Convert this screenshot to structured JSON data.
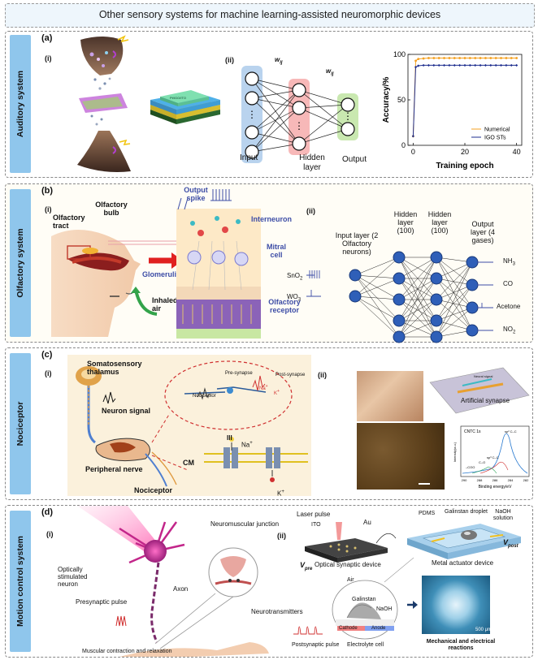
{
  "banner": {
    "title": "Other sensory systems for machine learning-assisted neuromorphic devices"
  },
  "panels": {
    "a": {
      "side": "Auditory system",
      "letter": "(a)",
      "sub_i": "(i)",
      "sub_ii": "(ii)",
      "device_text": "Pt/IGO/ITO",
      "nn": {
        "input": "Input",
        "hidden": "Hidden layer",
        "output": "Output",
        "w1": "w",
        "w1_sub": "ij",
        "w2": "w",
        "w2_sub": "ij"
      }
    },
    "b": {
      "side": "Olfactory system",
      "letter": "(b)",
      "sub_i": "(i)",
      "sub_ii": "(ii)",
      "labels": {
        "tract": "Olfactory tract",
        "bulb": "Olfactory bulb",
        "glomeruli": "Glomeruli",
        "inhaled": "Inhaled air",
        "output_spike": "Output spike",
        "interneuron": "Interneuron",
        "mitral": "Mitral cell",
        "receptor": "Olfactory receptor"
      },
      "nn": {
        "input_layer": "Input layer (2 Olfactory neurons)",
        "hidden1": "Hidden layer (100)",
        "hidden2": "Hidden layer (100)",
        "output_layer": "Output layer (4 gases)",
        "in1": "SnO",
        "in1_sub": "2",
        "in2": "WO",
        "in2_sub": "3",
        "out1": "NH",
        "out1_sub": "3",
        "out2": "CO",
        "out3": "Acetone",
        "out4": "NO",
        "out4_sub": "2"
      }
    },
    "c": {
      "side": "Nociceptor",
      "letter": "(c)",
      "sub_i": "(i)",
      "sub_ii": "(ii)",
      "labels": {
        "thalamus": "Somatosensory thalamus",
        "neuron_signal": "Neuron signal",
        "peripheral": "Peripheral nerve",
        "nociceptor": "Nociceptor",
        "presynapse": "Pre-synapse",
        "postsynapse": "Post-synapse",
        "nociceptor_small": "Nociceptor",
        "na_small": "Na",
        "k_small": "K",
        "na": "Na",
        "k": "K",
        "cm": "CM",
        "iii": "III",
        "artificial": "Artificial synapse",
        "neural_tag": "Neural signal",
        "xps_title": "CNTC 1s",
        "xps_xlabel": "Binding energy/eV",
        "xps_ylabel": "Intensity(a.u.)",
        "xps_sp2": "sp² C–C",
        "xps_sp3": "sp³ C–C",
        "xps_co": "C–O",
        "xps_coo": "–COO",
        "xps_ticks": [
          "290",
          "288",
          "286",
          "284",
          "282"
        ]
      }
    },
    "d": {
      "side": "Motion control system",
      "letter": "(d)",
      "sub_i": "(i)",
      "sub_ii": "(ii)",
      "labels": {
        "optically": "Optically stimulated neuron",
        "presyn": "Presynaptic pulse",
        "axon": "Axon",
        "nmj": "Neuromuscular junction",
        "neurotransmitters": "Neurotransmitters",
        "muscular": "Muscular contraction and relaxation",
        "laser": "Laser pulse",
        "ito": "ITO",
        "au": "Au",
        "vpre": "V",
        "vpre_sub": "pre",
        "vpost": "V",
        "vpost_sub": "post",
        "optical_device": "Optical synaptic device",
        "pdms": "PDMS",
        "galinstan_droplet": "Galinstan droplet",
        "naoh_solution": "NaOH solution",
        "metal_device": "Metal actuator device",
        "air": "Air",
        "galinstan": "Galinstan",
        "naoh": "NaOH",
        "cathode": "Cathode",
        "anode": "Anode",
        "electrolyte": "Electrolyte cell",
        "postsyn": "Postsynaptic pulse",
        "mech": "Mechanical and electrical reactions",
        "scale": "500 μm"
      }
    }
  },
  "chart_data": {
    "type": "line",
    "xlabel": "Training epoch",
    "ylabel": "Accuracy/%",
    "xlim": [
      -2,
      42
    ],
    "ylim": [
      0,
      100
    ],
    "xticks": [
      0,
      20,
      40
    ],
    "yticks": [
      0,
      50,
      100
    ],
    "legend_position": "bottom-right",
    "series": [
      {
        "name": "Numerical",
        "color": "#f4a020",
        "x": [
          0,
          1,
          2,
          4,
          6,
          8,
          10,
          12,
          14,
          16,
          18,
          20,
          22,
          24,
          26,
          28,
          30,
          32,
          34,
          36,
          38,
          40
        ],
        "y": [
          10,
          93,
          95,
          95.5,
          96,
          96,
          96,
          96,
          96,
          96,
          96,
          96,
          96,
          96,
          96,
          96,
          96,
          96,
          96,
          96,
          96,
          96
        ]
      },
      {
        "name": "IGO STs",
        "color": "#1f2f8f",
        "x": [
          0,
          1,
          2,
          4,
          6,
          8,
          10,
          12,
          14,
          16,
          18,
          20,
          22,
          24,
          26,
          28,
          30,
          32,
          34,
          36,
          38,
          40
        ],
        "y": [
          10,
          86,
          87.5,
          88,
          88,
          88,
          88,
          88,
          88,
          88,
          88,
          88,
          88,
          88,
          88,
          88,
          88,
          88,
          88,
          88,
          88,
          88
        ]
      }
    ]
  }
}
